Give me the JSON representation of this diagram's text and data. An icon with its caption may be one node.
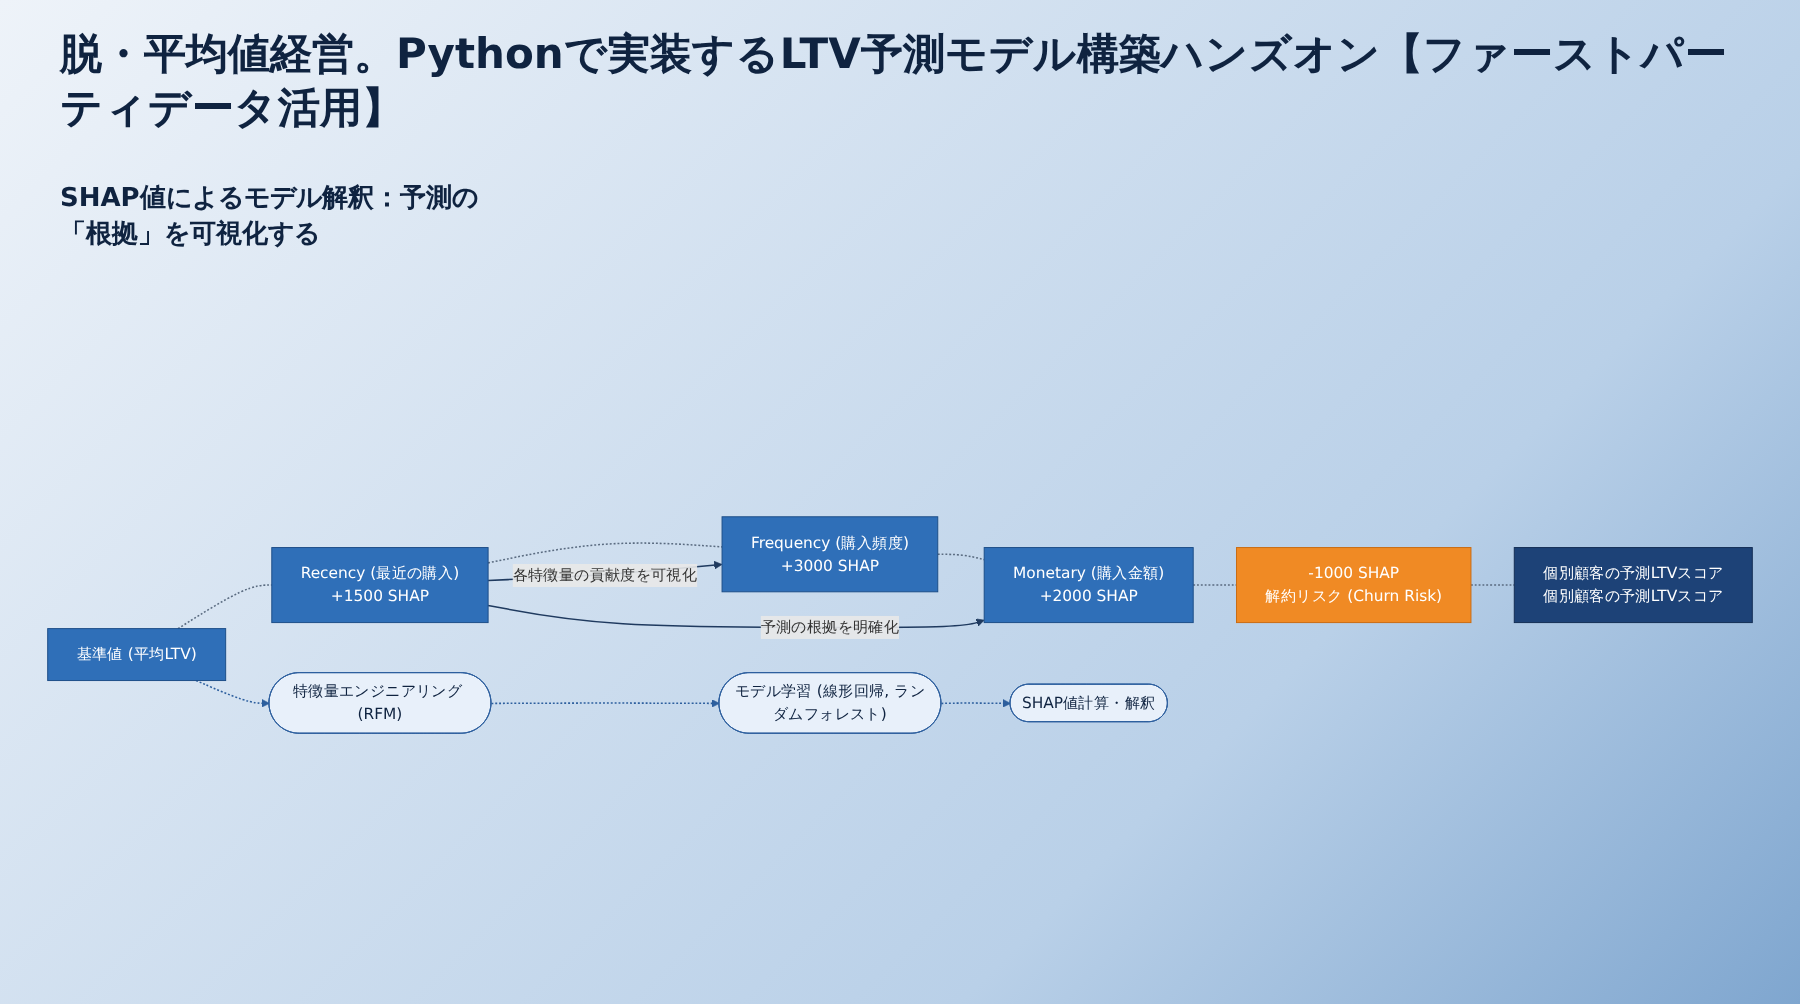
{
  "diagram": {
    "title": "脱・平均値経営。Pythonで実装するLTV予測モデル構築ハンズオン【ファーストパーティデータ活用】",
    "nodes": [
      {
        "text": [
          "基準値 (平均LTV)"
        ]
      },
      {
        "text": [
          "Recency (最近の購入)",
          "+1500 SHAP"
        ]
      },
      {
        "text": [
          "Frequency (購入頻度)",
          "+3000 SHAP"
        ]
      },
      {
        "text": [
          "Monetary (購入金額)",
          "+2000 SHAP"
        ]
      },
      {
        "text": [
          "-1000 SHAP",
          "解約リスク (Churn Risk)"
        ]
      },
      {
        "text": [
          "個別顧客の予測LTVスコア",
          "個別顧客の予測LTVスコア"
        ]
      },
      {
        "text": [
          "特徴量エンジニアリング (RFM)"
        ]
      },
      {
        "text": [
          "モデル学習 (線形回帰, ランダムフォレスト)"
        ]
      },
      {
        "text": [
          "SHAP値計算・解釈"
        ]
      }
    ],
    "edges": [
      {
        "from": 0,
        "to": 1,
        "arrow": "none",
        "style": "dashed"
      },
      {
        "from": 1,
        "to": 2,
        "arrow": "none",
        "style": "dashed"
      },
      {
        "from": 2,
        "to": 3,
        "arrow": "none",
        "style": "dashed"
      },
      {
        "from": 3,
        "to": 4,
        "arrow": "none",
        "style": "dashed"
      },
      {
        "from": 4,
        "to": 5,
        "arrow": "none",
        "style": "dashed"
      },
      {
        "from": 1,
        "to": 2,
        "arrow": "to",
        "label": "各特徴量の貢献度を可視化",
        "color": "#1f3a5f"
      },
      {
        "from": 1,
        "to": 3,
        "arrow": "to",
        "label": "予測の根拠を明確化",
        "color": "#1f3a5f"
      },
      {
        "from": 0,
        "to": 6,
        "arrow": "to",
        "style": "dashed",
        "color": "#2d5f9e"
      },
      {
        "from": 6,
        "to": 7,
        "arrow": "to",
        "style": "dashed",
        "color": "#2d5f9e"
      },
      {
        "from": 7,
        "to": 8,
        "arrow": "to",
        "style": "dashed",
        "color": "#2d5f9e"
      }
    ],
    "labels": [
      "SHAP値によるモデル解釈：予測の「根拠」を可視化する"
    ]
  }
}
